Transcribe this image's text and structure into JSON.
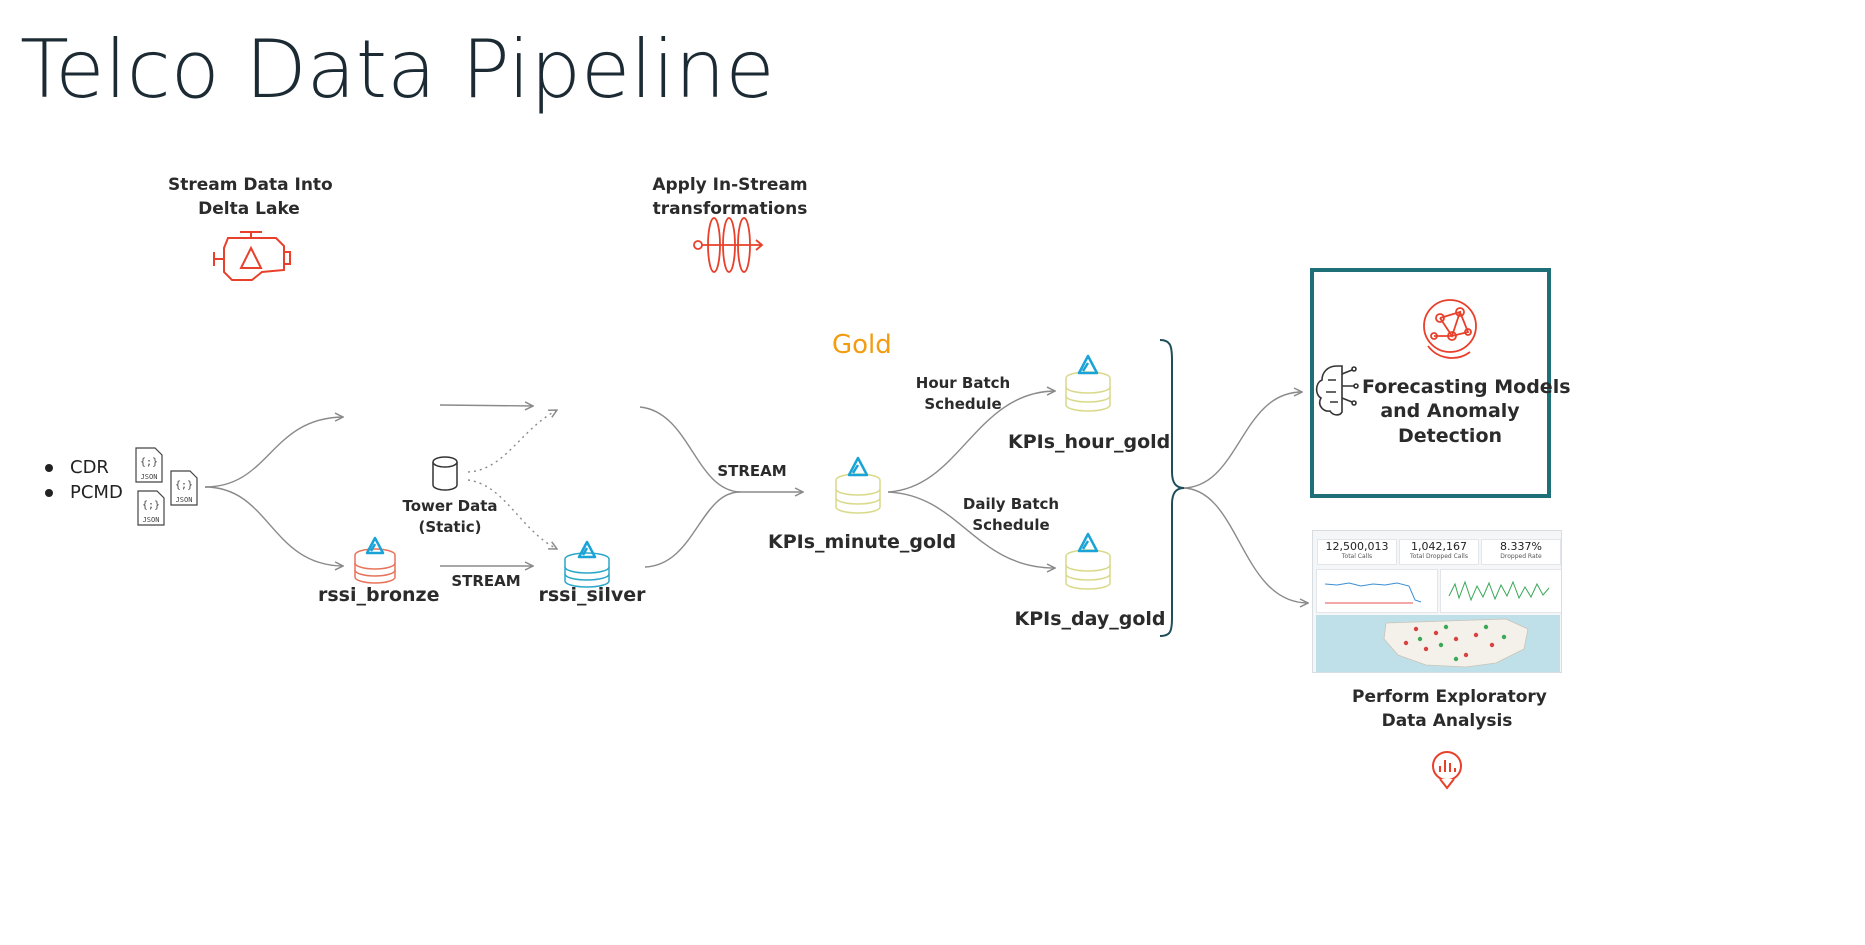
{
  "title": "Telco Data Pipeline",
  "sources": [
    "CDR",
    "PCMD"
  ],
  "file_icon_label": "JSON",
  "stage_labels": {
    "ingest_line1": "Stream Data Into",
    "ingest_line2": "Delta Lake",
    "transform_line1": "Apply In-Stream",
    "transform_line2": "transformations"
  },
  "gold_label": "Gold",
  "tower_data": {
    "line1": "Tower Data",
    "line2": "(Static)"
  },
  "edge_labels": {
    "stream_bronze_silver": "STREAM",
    "stream_to_gold": "STREAM",
    "hour_batch_line1": "Hour Batch",
    "hour_batch_line2": "Schedule",
    "daily_batch_line1": "Daily Batch",
    "daily_batch_line2": "Schedule"
  },
  "tables": {
    "bronze": "rssi_bronze",
    "silver": "rssi_silver",
    "minute_gold": "KPIs_minute_gold",
    "hour_gold": "KPIs_hour_gold",
    "day_gold": "KPIs_day_gold"
  },
  "outputs": {
    "forecast_line1": "Forecasting Models",
    "forecast_line2": "and Anomaly",
    "forecast_line3": "Detection",
    "eda_line1": "Perform Exploratory",
    "eda_line2": "Data Analysis"
  },
  "dashboard": {
    "kpis": [
      {
        "value": "12,500,013",
        "caption": "Total Calls"
      },
      {
        "value": "1,042,167",
        "caption": "Total Dropped Calls"
      },
      {
        "value": "8.337%",
        "caption": "Dropped Rate"
      }
    ]
  },
  "colors": {
    "bronze": "#e8735a",
    "silver": "#2aa7c9",
    "gold": "#d9d98a",
    "delta_blue": "#1aa3d6",
    "accent_red": "#e8402a",
    "gold_text": "#f39c12",
    "box_teal": "#1f6f78",
    "arrow_gray": "#8a8a8a"
  }
}
